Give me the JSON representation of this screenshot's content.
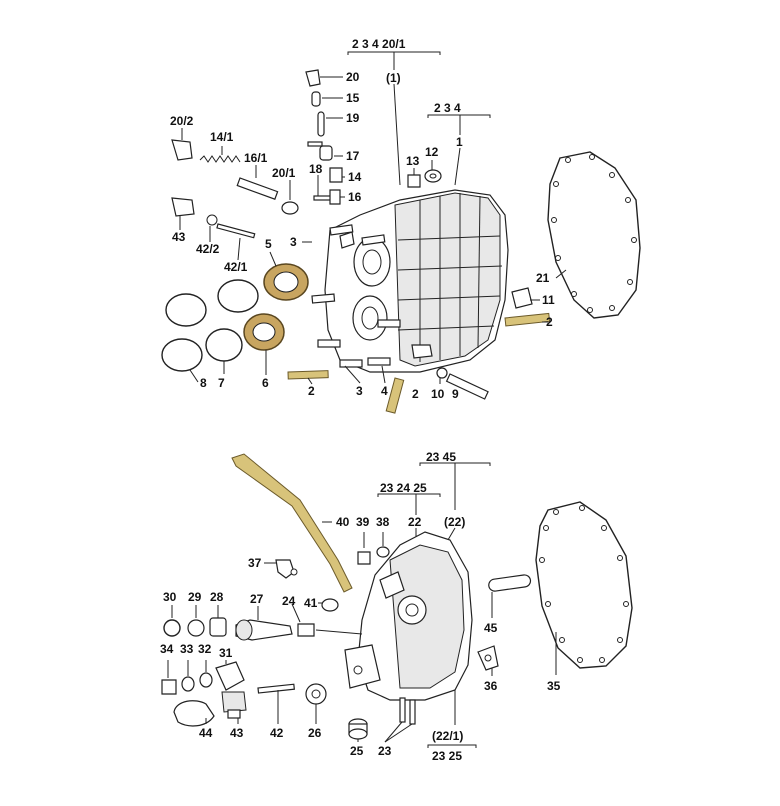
{
  "callouts_top": [
    {
      "id": "top-group-2-3-4-20-1",
      "text": "2  3  4  20/1"
    },
    {
      "id": "top-group-1-paren",
      "text": "(1)"
    },
    {
      "id": "top-group-2-3-4",
      "text": "2  3  4"
    },
    {
      "id": "lbl-1",
      "text": "1"
    },
    {
      "id": "lbl-20",
      "text": "20"
    },
    {
      "id": "lbl-15",
      "text": "15"
    },
    {
      "id": "lbl-19",
      "text": "19"
    },
    {
      "id": "lbl-17",
      "text": "17"
    },
    {
      "id": "lbl-18",
      "text": "18"
    },
    {
      "id": "lbl-14",
      "text": "14"
    },
    {
      "id": "lbl-16",
      "text": "16"
    },
    {
      "id": "lbl-20-2",
      "text": "20/2"
    },
    {
      "id": "lbl-14-1",
      "text": "14/1"
    },
    {
      "id": "lbl-16-1",
      "text": "16/1"
    },
    {
      "id": "lbl-20-1",
      "text": "20/1"
    },
    {
      "id": "lbl-13",
      "text": "13"
    },
    {
      "id": "lbl-12",
      "text": "12"
    },
    {
      "id": "lbl-43-top",
      "text": "43"
    },
    {
      "id": "lbl-42-2",
      "text": "42/2"
    },
    {
      "id": "lbl-42-1",
      "text": "42/1"
    },
    {
      "id": "lbl-5",
      "text": "5"
    },
    {
      "id": "lbl-3-top",
      "text": "3"
    },
    {
      "id": "lbl-21",
      "text": "21"
    },
    {
      "id": "lbl-11",
      "text": "11"
    },
    {
      "id": "lbl-2-right",
      "text": "2"
    },
    {
      "id": "lbl-8",
      "text": "8"
    },
    {
      "id": "lbl-7",
      "text": "7"
    },
    {
      "id": "lbl-6",
      "text": "6"
    },
    {
      "id": "lbl-2-left",
      "text": "2"
    },
    {
      "id": "lbl-3-bottom",
      "text": "3"
    },
    {
      "id": "lbl-4",
      "text": "4"
    },
    {
      "id": "lbl-2-mid",
      "text": "2"
    },
    {
      "id": "lbl-10",
      "text": "10"
    },
    {
      "id": "lbl-9",
      "text": "9"
    }
  ],
  "callouts_bottom": [
    {
      "id": "bot-group-23-45",
      "text": "23 45"
    },
    {
      "id": "bot-group-23-24-25",
      "text": "23  24  25"
    },
    {
      "id": "lbl-22",
      "text": "22"
    },
    {
      "id": "lbl-22-paren",
      "text": "(22)"
    },
    {
      "id": "lbl-40",
      "text": "40"
    },
    {
      "id": "lbl-39",
      "text": "39"
    },
    {
      "id": "lbl-38",
      "text": "38"
    },
    {
      "id": "lbl-37",
      "text": "37"
    },
    {
      "id": "lbl-41",
      "text": "41"
    },
    {
      "id": "lbl-30",
      "text": "30"
    },
    {
      "id": "lbl-29",
      "text": "29"
    },
    {
      "id": "lbl-28",
      "text": "28"
    },
    {
      "id": "lbl-27",
      "text": "27"
    },
    {
      "id": "lbl-24",
      "text": "24"
    },
    {
      "id": "lbl-34",
      "text": "34"
    },
    {
      "id": "lbl-33",
      "text": "33"
    },
    {
      "id": "lbl-32",
      "text": "32"
    },
    {
      "id": "lbl-31",
      "text": "31"
    },
    {
      "id": "lbl-45",
      "text": "45"
    },
    {
      "id": "lbl-36",
      "text": "36"
    },
    {
      "id": "lbl-35",
      "text": "35"
    },
    {
      "id": "lbl-44",
      "text": "44"
    },
    {
      "id": "lbl-43-bottom",
      "text": "43"
    },
    {
      "id": "lbl-42",
      "text": "42"
    },
    {
      "id": "lbl-26",
      "text": "26"
    },
    {
      "id": "lbl-25",
      "text": "25"
    },
    {
      "id": "lbl-23",
      "text": "23"
    },
    {
      "id": "lbl-22-1",
      "text": "(22/1)"
    },
    {
      "id": "bot-group-23-25",
      "text": "23  25"
    }
  ]
}
